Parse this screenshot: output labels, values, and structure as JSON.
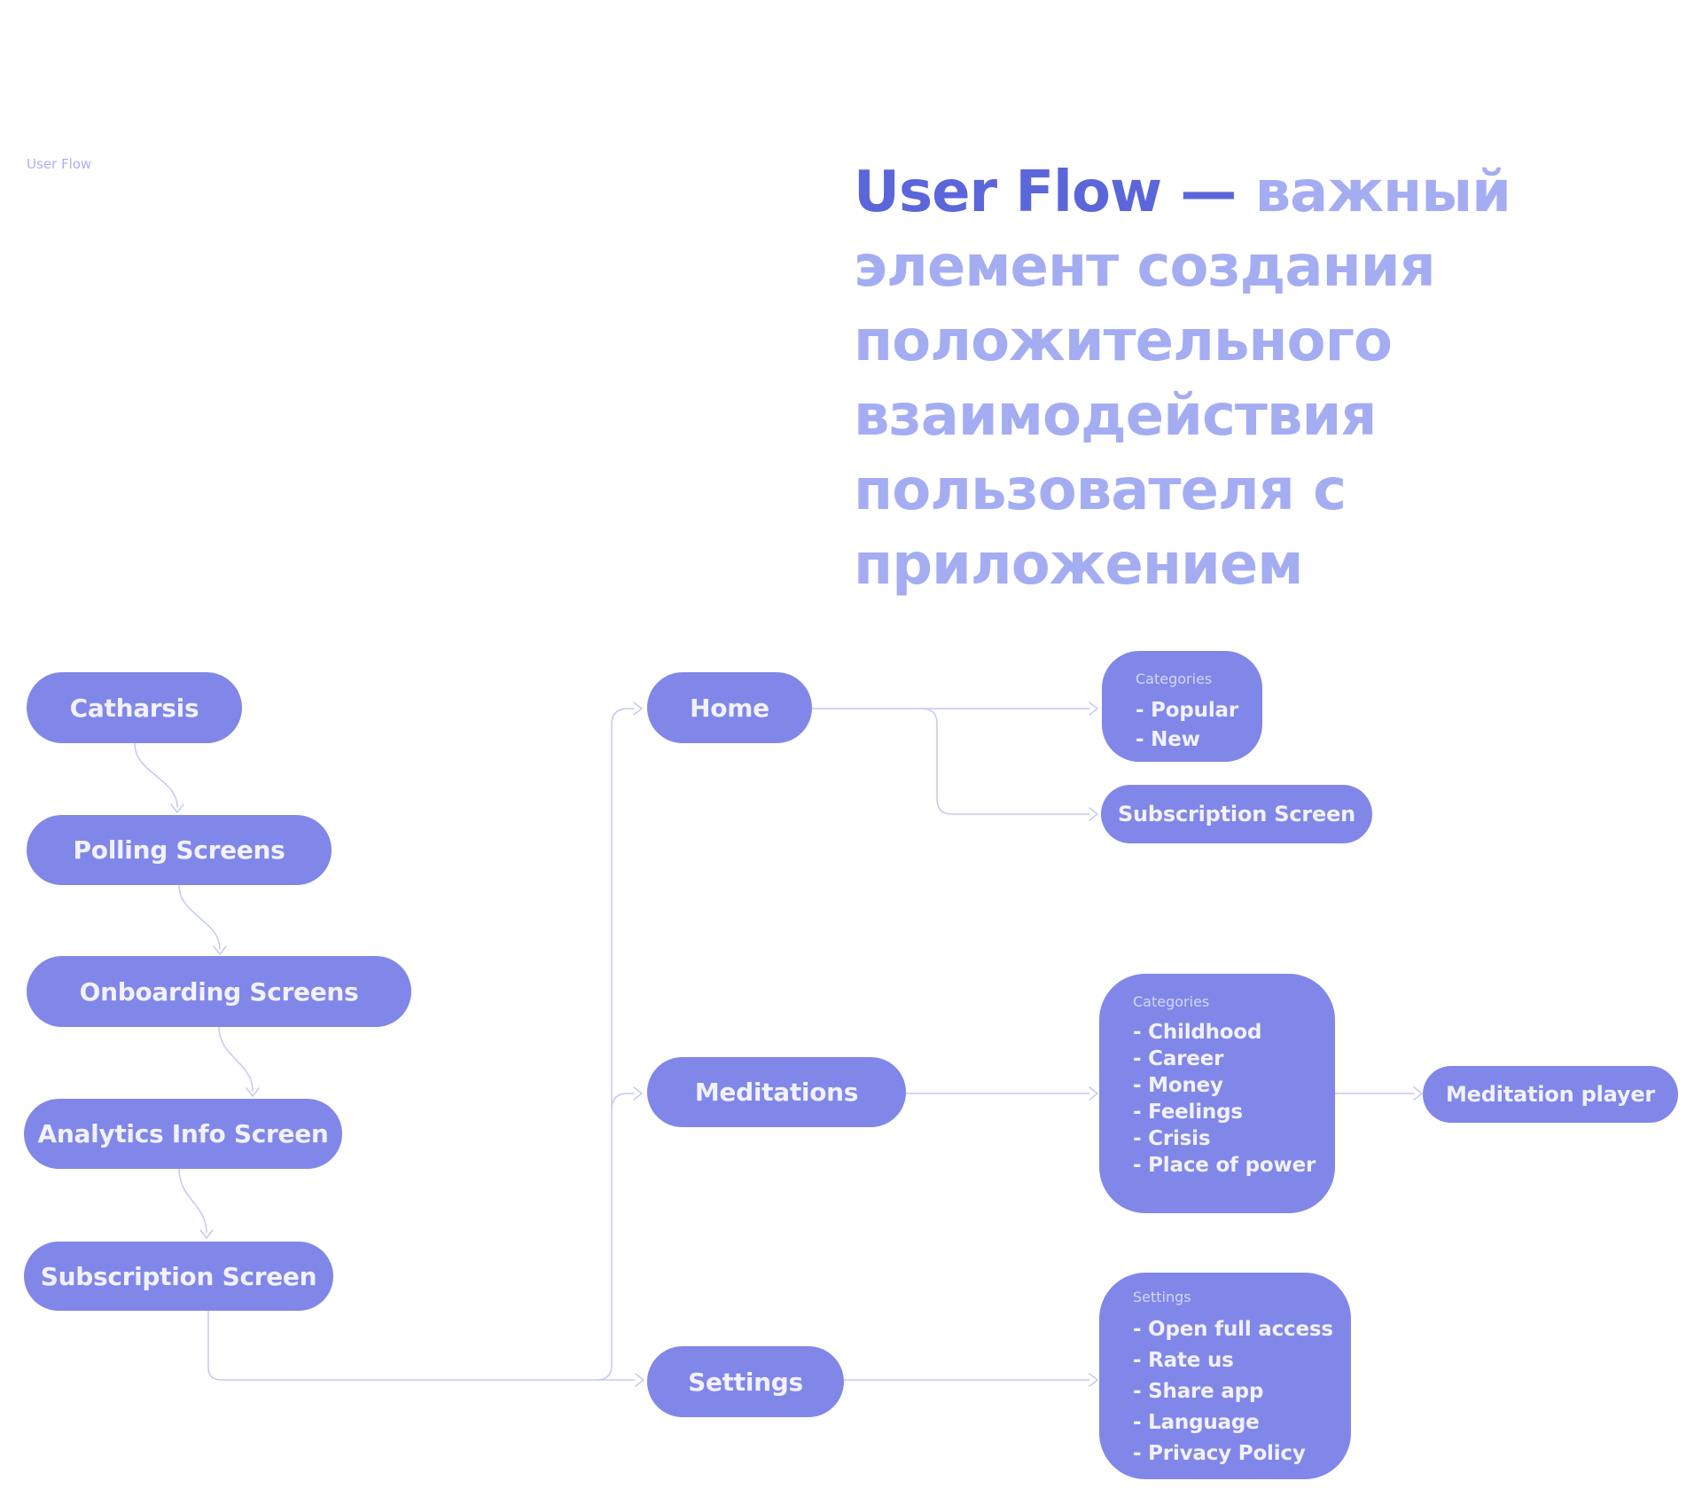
{
  "page_label": "User Flow",
  "title": {
    "highlight": "User Flow — ",
    "rest": "важный элемент создания положительного взаимодействия пользователя с приложением"
  },
  "colors": {
    "background": "#ffffff",
    "node_fill": "#8187e8",
    "node_text": "#f1f2fb",
    "card_heading": "#d3d7f5",
    "connector": "#c5caee",
    "title_accent": "#5b66da",
    "title_muted": "#a4adf2",
    "page_label": "#aab1f3"
  },
  "nodes": {
    "catharsis": {
      "label": "Catharsis"
    },
    "polling_screens": {
      "label": "Polling Screens"
    },
    "onboarding_screens": {
      "label": "Onboarding Screens"
    },
    "analytics_info": {
      "label": "Analytics Info Screen"
    },
    "subscription_left": {
      "label": "Subscription Screen"
    },
    "home": {
      "label": "Home"
    },
    "meditations": {
      "label": "Meditations"
    },
    "settings": {
      "label": "Settings"
    },
    "home_categories": {
      "heading": "Categories",
      "items": [
        "- Popular",
        "- New"
      ]
    },
    "subscription_right": {
      "label": "Subscription Screen"
    },
    "meditation_categories": {
      "heading": "Categories",
      "items": [
        "- Childhood",
        "- Career",
        "- Money",
        "- Feelings",
        "- Crisis",
        "- Place of power"
      ]
    },
    "meditation_player": {
      "label": "Meditation player"
    },
    "settings_options": {
      "heading": "Settings",
      "items": [
        "- Open full access",
        "- Rate us",
        "- Share app",
        "- Language",
        "- Privacy Policy"
      ]
    }
  }
}
